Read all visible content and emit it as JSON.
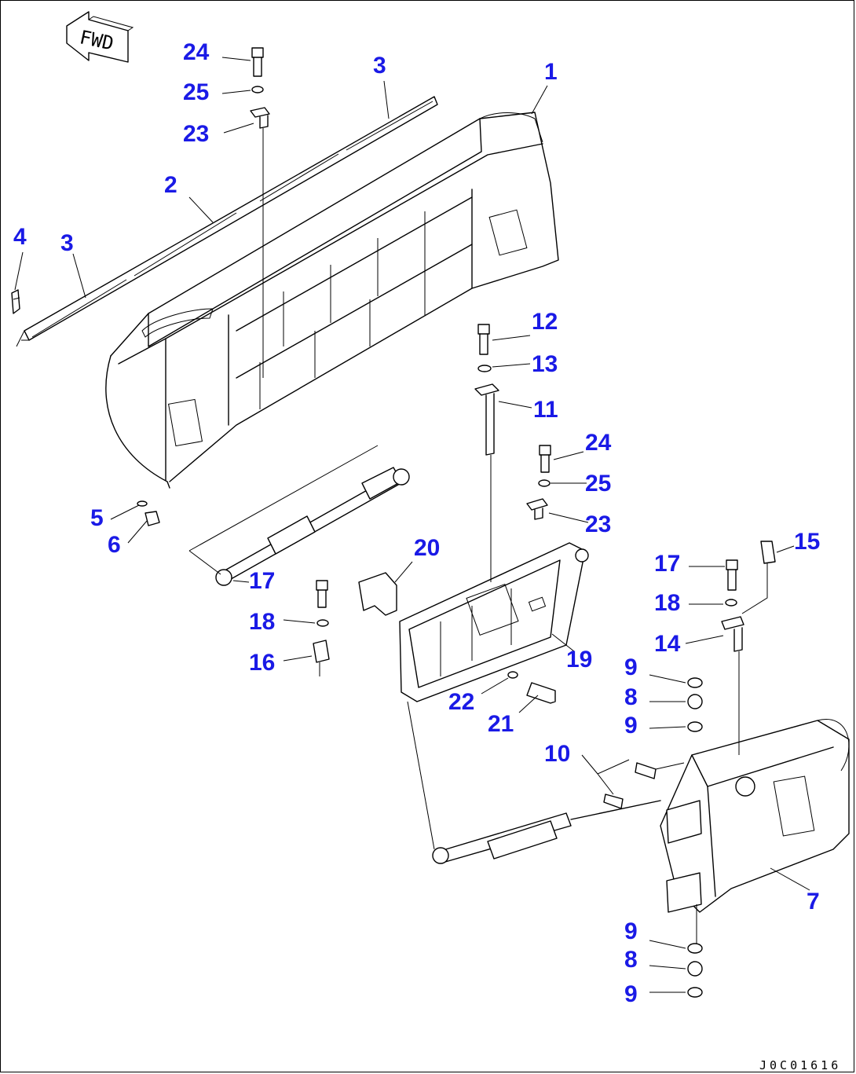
{
  "colors": {
    "callout": "#1a1ae6",
    "line": "#000000",
    "background": "#ffffff"
  },
  "direction_marker": {
    "text": "FWD"
  },
  "drawing_code": "J0C01616",
  "callouts": [
    {
      "id": "c24a",
      "label": "24"
    },
    {
      "id": "c25a",
      "label": "25"
    },
    {
      "id": "c23a",
      "label": "23"
    },
    {
      "id": "c3a",
      "label": "3"
    },
    {
      "id": "c1",
      "label": "1"
    },
    {
      "id": "c2",
      "label": "2"
    },
    {
      "id": "c4",
      "label": "4"
    },
    {
      "id": "c3b",
      "label": "3"
    },
    {
      "id": "c12",
      "label": "12"
    },
    {
      "id": "c13",
      "label": "13"
    },
    {
      "id": "c11",
      "label": "11"
    },
    {
      "id": "c24b",
      "label": "24"
    },
    {
      "id": "c25b",
      "label": "25"
    },
    {
      "id": "c23b",
      "label": "23"
    },
    {
      "id": "c5",
      "label": "5"
    },
    {
      "id": "c6",
      "label": "6"
    },
    {
      "id": "c20",
      "label": "20"
    },
    {
      "id": "c17a",
      "label": "17"
    },
    {
      "id": "c15",
      "label": "15"
    },
    {
      "id": "c17b",
      "label": "17"
    },
    {
      "id": "c18a",
      "label": "18"
    },
    {
      "id": "c18b",
      "label": "18"
    },
    {
      "id": "c14",
      "label": "14"
    },
    {
      "id": "c16",
      "label": "16"
    },
    {
      "id": "c19",
      "label": "19"
    },
    {
      "id": "c9a",
      "label": "9"
    },
    {
      "id": "c8a",
      "label": "8"
    },
    {
      "id": "c22",
      "label": "22"
    },
    {
      "id": "c21",
      "label": "21"
    },
    {
      "id": "c9b",
      "label": "9"
    },
    {
      "id": "c10",
      "label": "10"
    },
    {
      "id": "c7",
      "label": "7"
    },
    {
      "id": "c9c",
      "label": "9"
    },
    {
      "id": "c8b",
      "label": "8"
    },
    {
      "id": "c9d",
      "label": "9"
    }
  ]
}
